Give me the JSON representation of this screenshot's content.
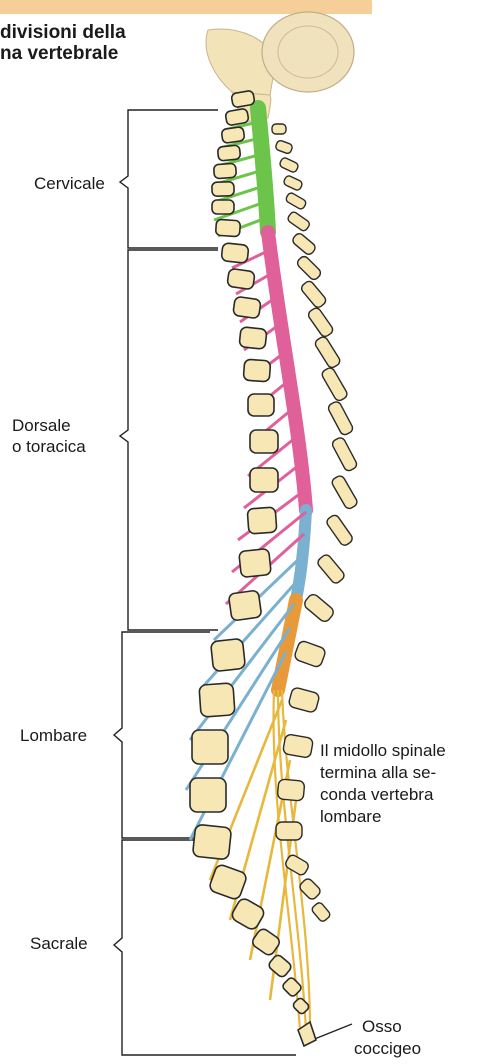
{
  "title": {
    "line1": "divisioni della",
    "line2": "na vertebrale"
  },
  "regions": {
    "cervicale": "Cervicale",
    "dorsale_line1": "Dorsale",
    "dorsale_line2": "o toracica",
    "lombare": "Lombare",
    "sacrale": "Sacrale"
  },
  "annotations": {
    "midollo_line1": "Il midollo spinale",
    "midollo_line2": "termina alla se-",
    "midollo_line3": "conda vertebra",
    "midollo_line4": "lombare",
    "coccige_line1": "Osso",
    "coccige_line2": "coccigeo"
  },
  "colors": {
    "cervical_nerves": "#6cc44a",
    "thoracic_nerves": "#e0609a",
    "lumbar_nerves": "#7ab0d0",
    "sacral_nerves": "#e8b83c",
    "conus": "#e89a3a",
    "vertebra_fill": "#f6e7b4",
    "vertebra_stroke": "#2a2a2a",
    "skull": "#f3e3b8",
    "header_band": "#f6cf98"
  }
}
